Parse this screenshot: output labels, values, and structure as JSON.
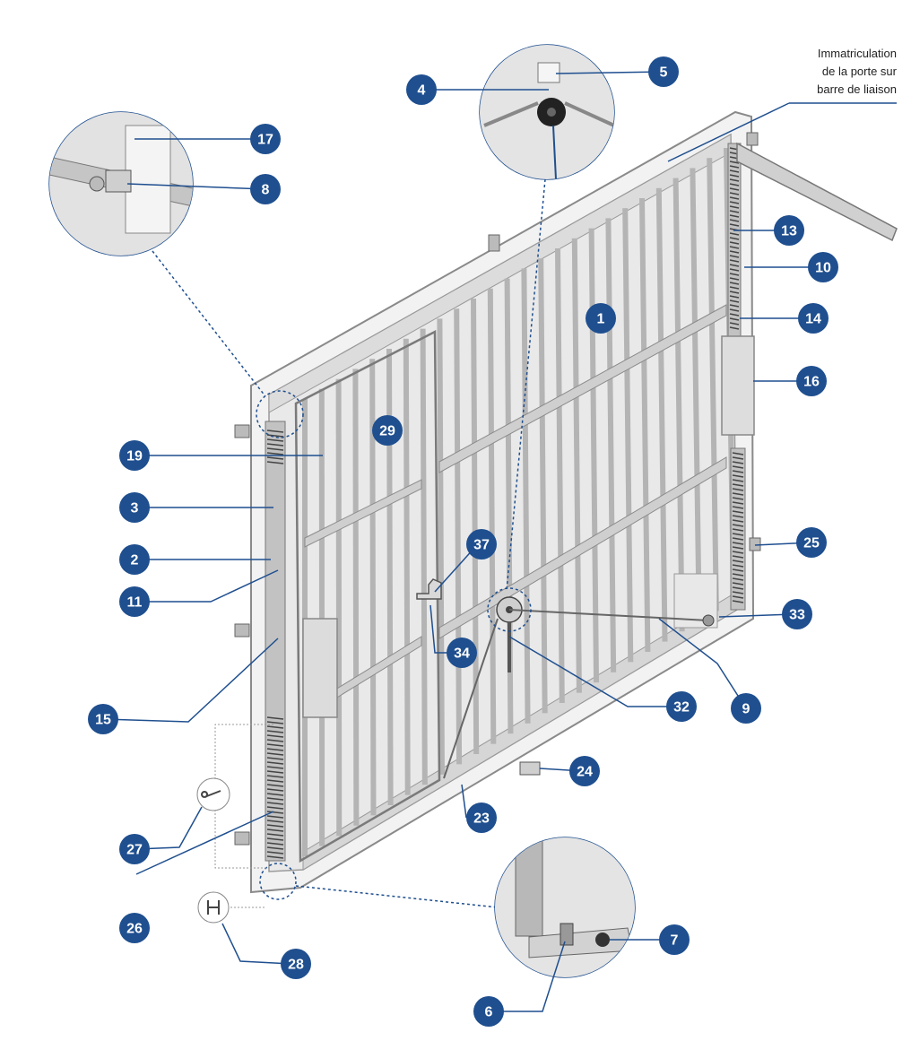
{
  "annotation": {
    "lines": [
      "Immatriculation",
      "de la porte sur",
      "barre de liaison"
    ]
  },
  "callouts": [
    {
      "id": "badge-1",
      "label": "1"
    },
    {
      "id": "badge-2",
      "label": "2"
    },
    {
      "id": "badge-3",
      "label": "3"
    },
    {
      "id": "badge-4",
      "label": "4"
    },
    {
      "id": "badge-5",
      "label": "5"
    },
    {
      "id": "badge-6",
      "label": "6"
    },
    {
      "id": "badge-7",
      "label": "7"
    },
    {
      "id": "badge-8",
      "label": "8"
    },
    {
      "id": "badge-9",
      "label": "9"
    },
    {
      "id": "badge-10",
      "label": "10"
    },
    {
      "id": "badge-11",
      "label": "11"
    },
    {
      "id": "badge-13",
      "label": "13"
    },
    {
      "id": "badge-14",
      "label": "14"
    },
    {
      "id": "badge-15",
      "label": "15"
    },
    {
      "id": "badge-16",
      "label": "16"
    },
    {
      "id": "badge-17",
      "label": "17"
    },
    {
      "id": "badge-19",
      "label": "19"
    },
    {
      "id": "badge-23",
      "label": "23"
    },
    {
      "id": "badge-24",
      "label": "24"
    },
    {
      "id": "badge-25",
      "label": "25"
    },
    {
      "id": "badge-26",
      "label": "26"
    },
    {
      "id": "badge-27",
      "label": "27"
    },
    {
      "id": "badge-28",
      "label": "28"
    },
    {
      "id": "badge-29",
      "label": "29"
    },
    {
      "id": "badge-32",
      "label": "32"
    },
    {
      "id": "badge-33",
      "label": "33"
    },
    {
      "id": "badge-34",
      "label": "34"
    },
    {
      "id": "badge-37",
      "label": "37"
    }
  ],
  "colors": {
    "badge": "#1f4f8f",
    "leader": "#1f4f8f",
    "frame": "#c8c8c8",
    "panel": "#e6e6e6",
    "slat": "#b4b4b4",
    "dark": "#555555"
  }
}
